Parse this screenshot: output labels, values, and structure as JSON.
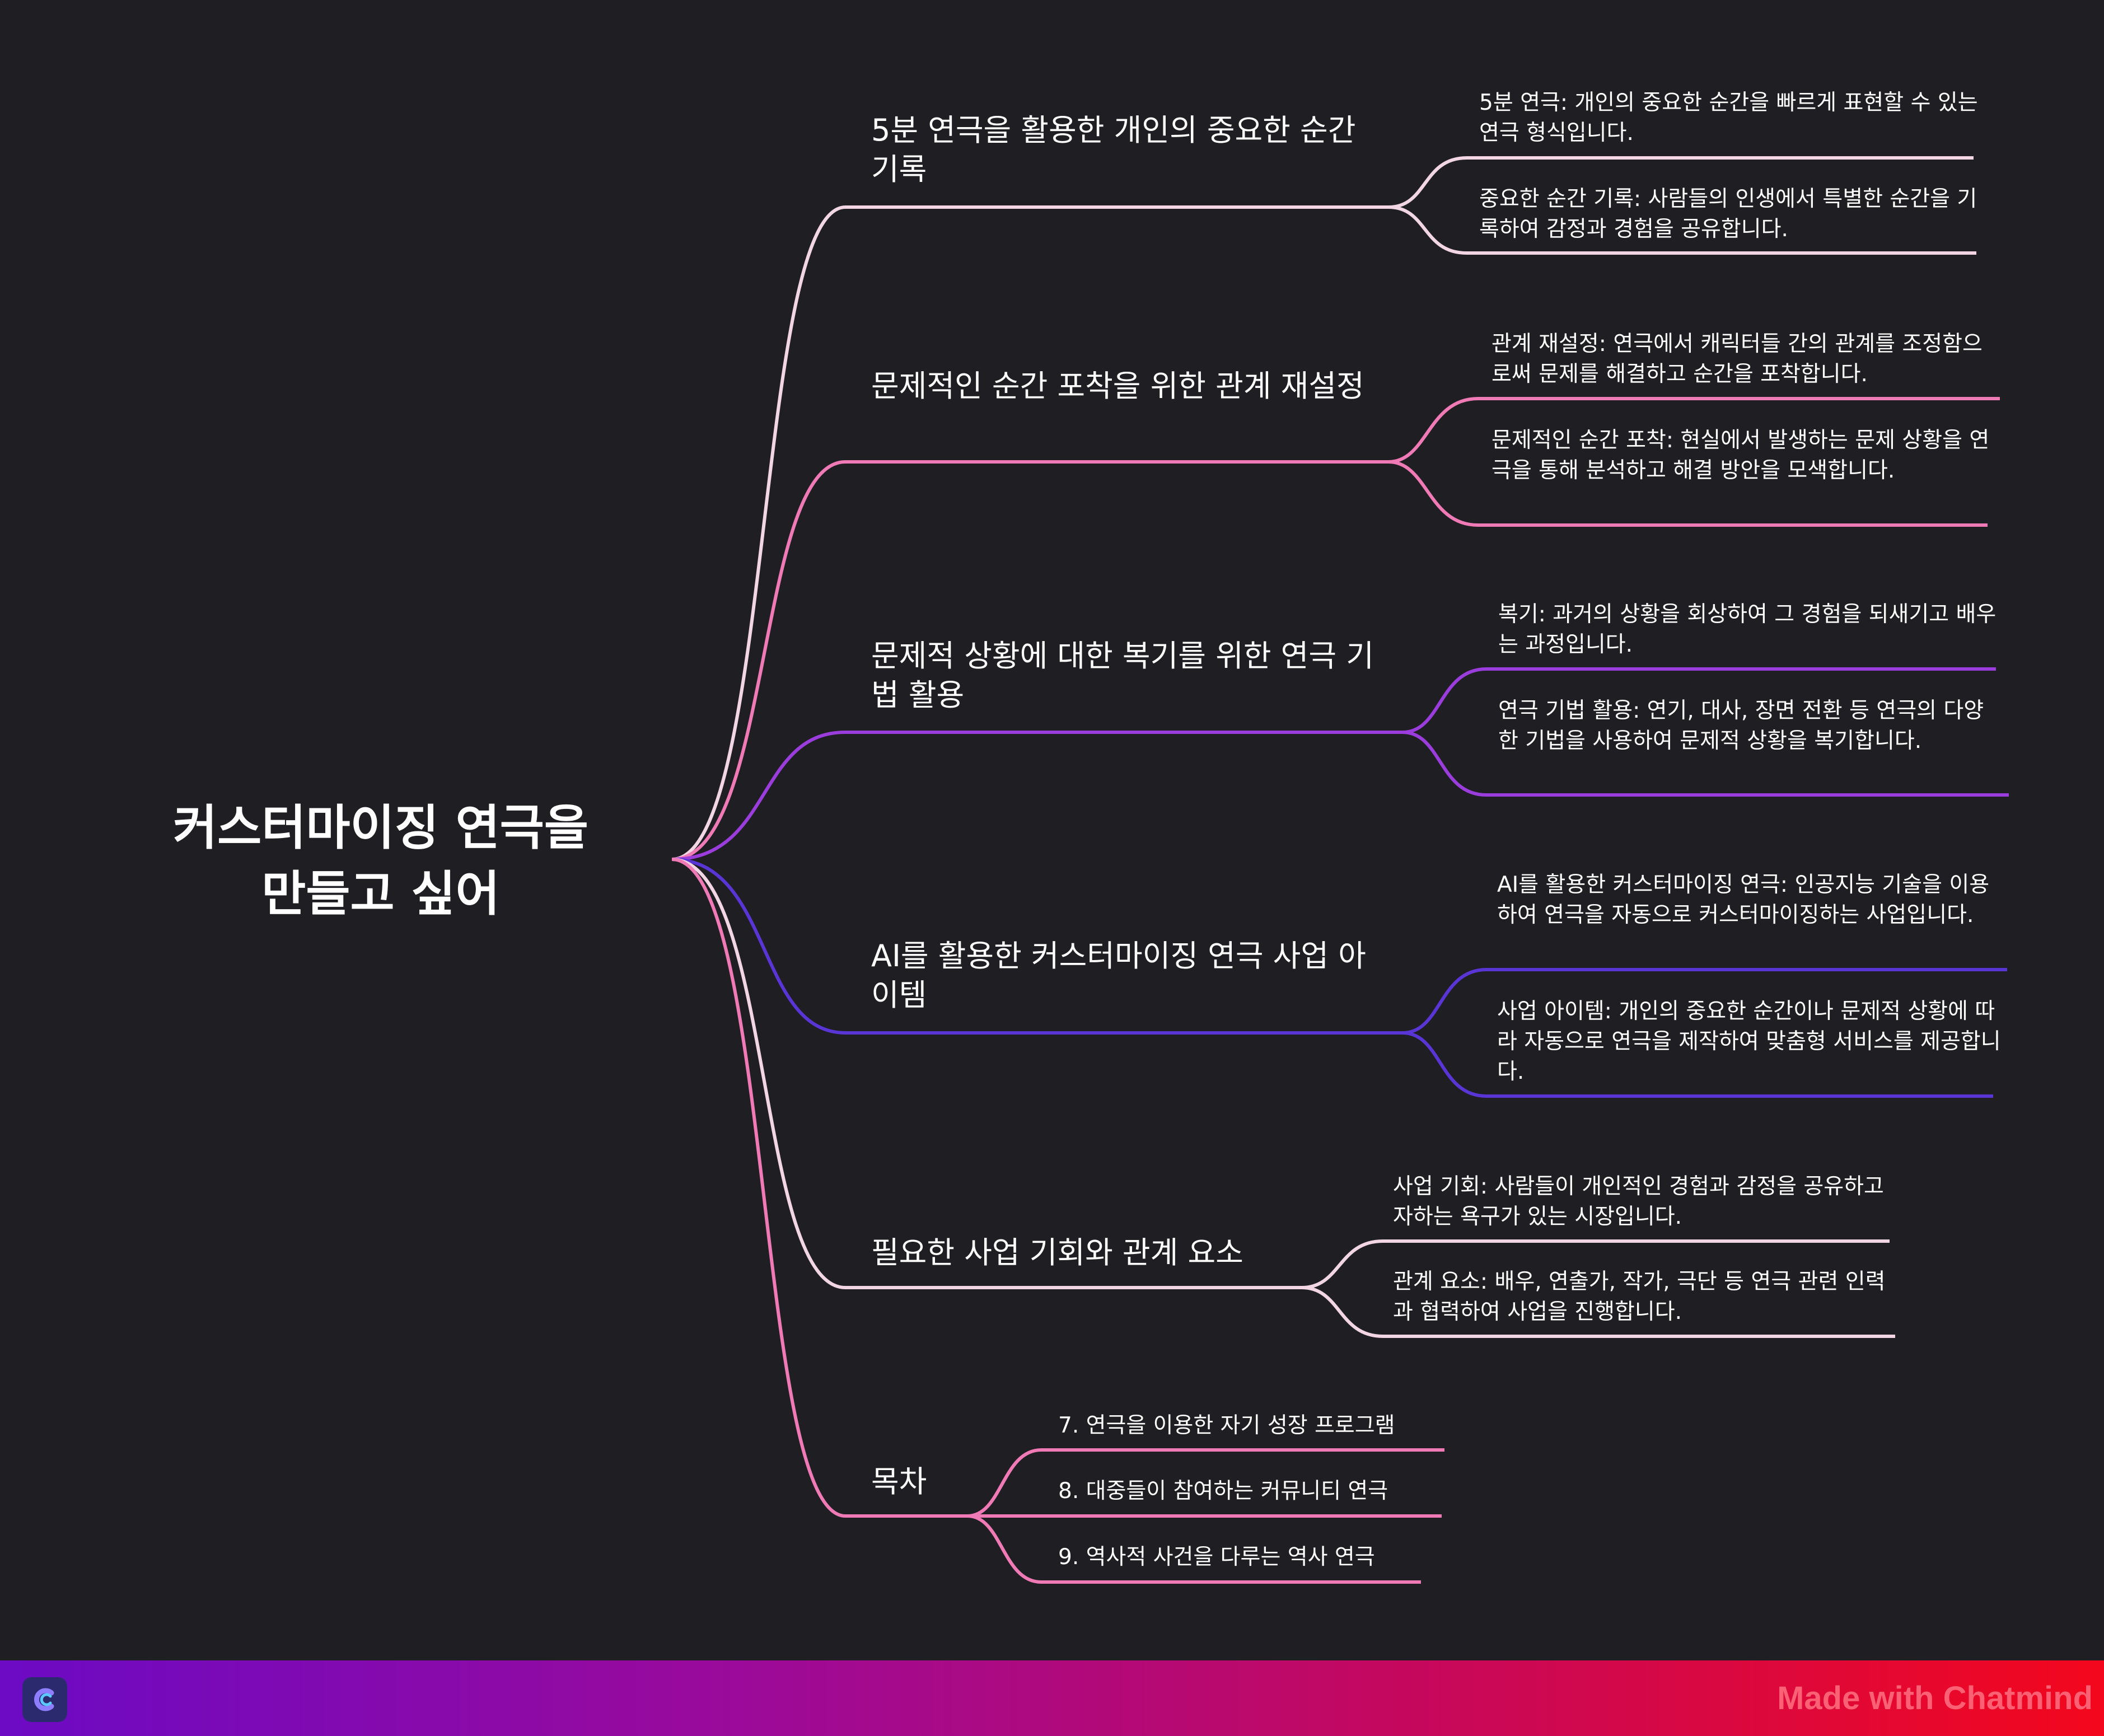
{
  "root": {
    "line1": "커스터마이징 연극을",
    "line2": "만들고 싶어"
  },
  "branches": [
    {
      "title": "5분 연극을 활용한 개인의 중요한 순간 기록",
      "color": "#f2d6e4",
      "leaves": [
        "5분 연극: 개인의 중요한 순간을 빠르게 표현할 수 있는 연극 형식입니다.",
        "중요한 순간 기록: 사람들의 인생에서 특별한 순간을 기록하여 감정과 경험을 공유합니다."
      ]
    },
    {
      "title": "문제적인 순간 포착을 위한 관계 재설정",
      "color": "#f07ab6",
      "leaves": [
        "관계 재설정: 연극에서 캐릭터들 간의 관계를 조정함으로써 문제를 해결하고 순간을 포착합니다.",
        "문제적인 순간 포착: 현실에서 발생하는 문제 상황을 연극을 통해 분석하고 해결 방안을 모색합니다."
      ]
    },
    {
      "title": "문제적 상황에 대한 복기를 위한 연극 기법 활용",
      "color": "#9b3ddc",
      "leaves": [
        "복기: 과거의 상황을 회상하여 그 경험을 되새기고 배우는 과정입니다.",
        "연극 기법 활용: 연기, 대사, 장면 전환 등 연극의 다양한 기법을 사용하여 문제적 상황을 복기합니다."
      ]
    },
    {
      "title": "AI를 활용한 커스터마이징 연극 사업 아이템",
      "color": "#5a35d6",
      "leaves": [
        "AI를 활용한 커스터마이징 연극: 인공지능 기술을 이용하여 연극을 자동으로 커스터마이징하는 사업입니다.",
        "사업 아이템: 개인의 중요한 순간이나 문제적 상황에 따라 자동으로 연극을 제작하여 맞춤형 서비스를 제공합니다."
      ]
    },
    {
      "title": "필요한 사업 기회와 관계 요소",
      "color": "#f2d6e4",
      "leaves": [
        "사업 기회: 사람들이 개인적인 경험과 감정을 공유하고자하는 욕구가 있는 시장입니다.",
        "관계 요소: 배우, 연출가, 작가, 극단 등 연극 관련 인력과 협력하여 사업을 진행합니다."
      ]
    },
    {
      "title": "목차",
      "color": "#f07ab6",
      "leaves": [
        "7. 연극을 이용한 자기 성장 프로그램",
        "8. 대중들이 참여하는 커뮤니티 연극",
        "9. 역사적 사건을 다루는 역사 연극"
      ]
    }
  ],
  "footer": {
    "brand": "Made with Chatmind",
    "logo_icon": "chatmind-logo-icon"
  }
}
